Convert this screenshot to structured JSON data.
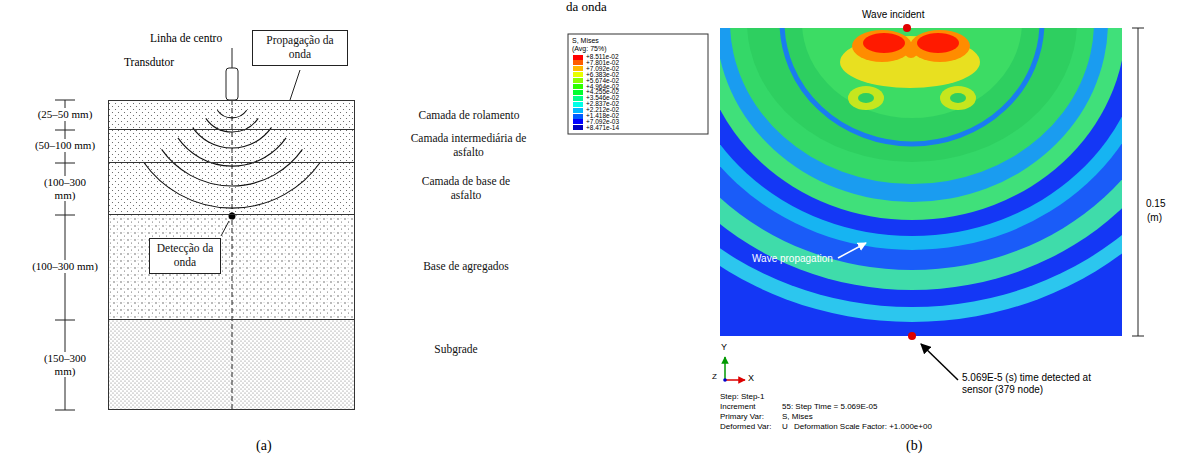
{
  "diagram": {
    "nodes": [
      {
        "text": [
          "Propagação da onda"
        ]
      },
      {
        "text": [
          "Camada de rolamento"
        ]
      },
      {
        "text": [
          "Camada intermediária de asfalto"
        ]
      },
      {
        "text": [
          "Camada de base de asfalto"
        ]
      },
      {
        "text": [
          "Base de agregados"
        ]
      },
      {
        "text": [
          "Detecção da onda"
        ],
        "in": 4
      },
      {
        "text": [
          "Subgrade"
        ]
      }
    ],
    "labels": [
      "da onda",
      "Linha de centro",
      "Transdutor",
      "(25–50 mm)",
      "(50–100 mm)",
      "(100–300 mm)",
      "(100–300 mm)",
      "(150–300 mm)",
      "(a)",
      "Wave incident",
      "S, Mises",
      "(Avg: 75%)",
      "0.15",
      "(m)",
      "Wave propagation",
      "Y",
      "X",
      "Z",
      "Step: Step-1",
      "Increment",
      "55: Step Time = 5.069E-05",
      "Primary Var:",
      "S, Mises",
      "Deformed Var:",
      "U",
      "Deformation Scale Factor: +1.000e+00",
      "5.069E-5 (s) time detected at sensor (379 node)",
      "(b)"
    ],
    "legend": [
      {
        "text": "+8.511e-02",
        "color": "#ff0000"
      },
      {
        "text": "+7.801e-02",
        "color": "#ff5d00"
      },
      {
        "text": "+7.092e-02",
        "color": "#ffb900"
      },
      {
        "text": "+6.383e-02",
        "color": "#e8ff00"
      },
      {
        "text": "+5.674e-02",
        "color": "#8bff00"
      },
      {
        "text": "+4.964e-02",
        "color": "#2eff00"
      },
      {
        "text": "+4.255e-02",
        "color": "#00ff2e"
      },
      {
        "text": "+3.546e-02",
        "color": "#00ff8b"
      },
      {
        "text": "+2.837e-02",
        "color": "#00ffe8"
      },
      {
        "text": "+2.212e-02",
        "color": "#00b9ff"
      },
      {
        "text": "+1.418e-02",
        "color": "#005dff"
      },
      {
        "text": "+7.092e-03",
        "color": "#0000ff"
      },
      {
        "text": "+8.471e-14",
        "color": "#0000c0"
      }
    ]
  }
}
